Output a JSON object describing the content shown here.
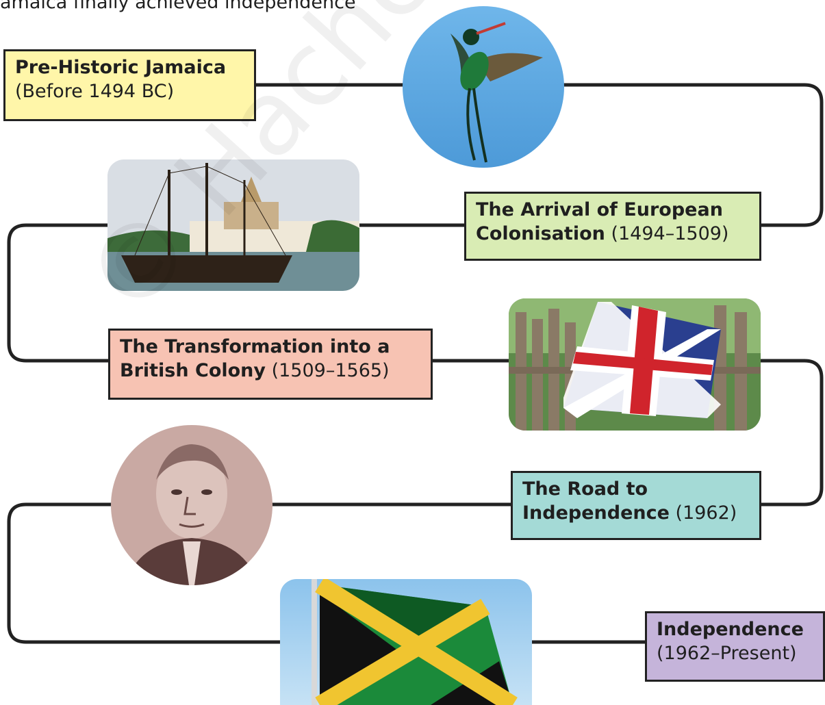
{
  "intro": {
    "text": "amaica finally achieved independence"
  },
  "watermark": {
    "text": "© Hachette Le"
  },
  "timeline": [
    {
      "title": "Pre-Historic Jamaica",
      "dates": "(Before 1494 BC)",
      "color": "#fff6a9",
      "image": "hummingbird-photo"
    },
    {
      "title": "The Arrival of European Colonisation",
      "dates": "(1494–1509)",
      "color": "#d9ecb4",
      "image": "ship-photo"
    },
    {
      "title": "The Transformation into a British Colony",
      "dates": "(1509–1565)",
      "color": "#f7c3b3",
      "image": "union-jack-photo"
    },
    {
      "title": "The Road to Independence",
      "dates": "(1962)",
      "color": "#a4dad6",
      "image": "portrait-photo"
    },
    {
      "title": "Independence",
      "dates": "(1962–Present)",
      "color": "#c5b4da",
      "image": "jamaica-flag-photo"
    }
  ]
}
